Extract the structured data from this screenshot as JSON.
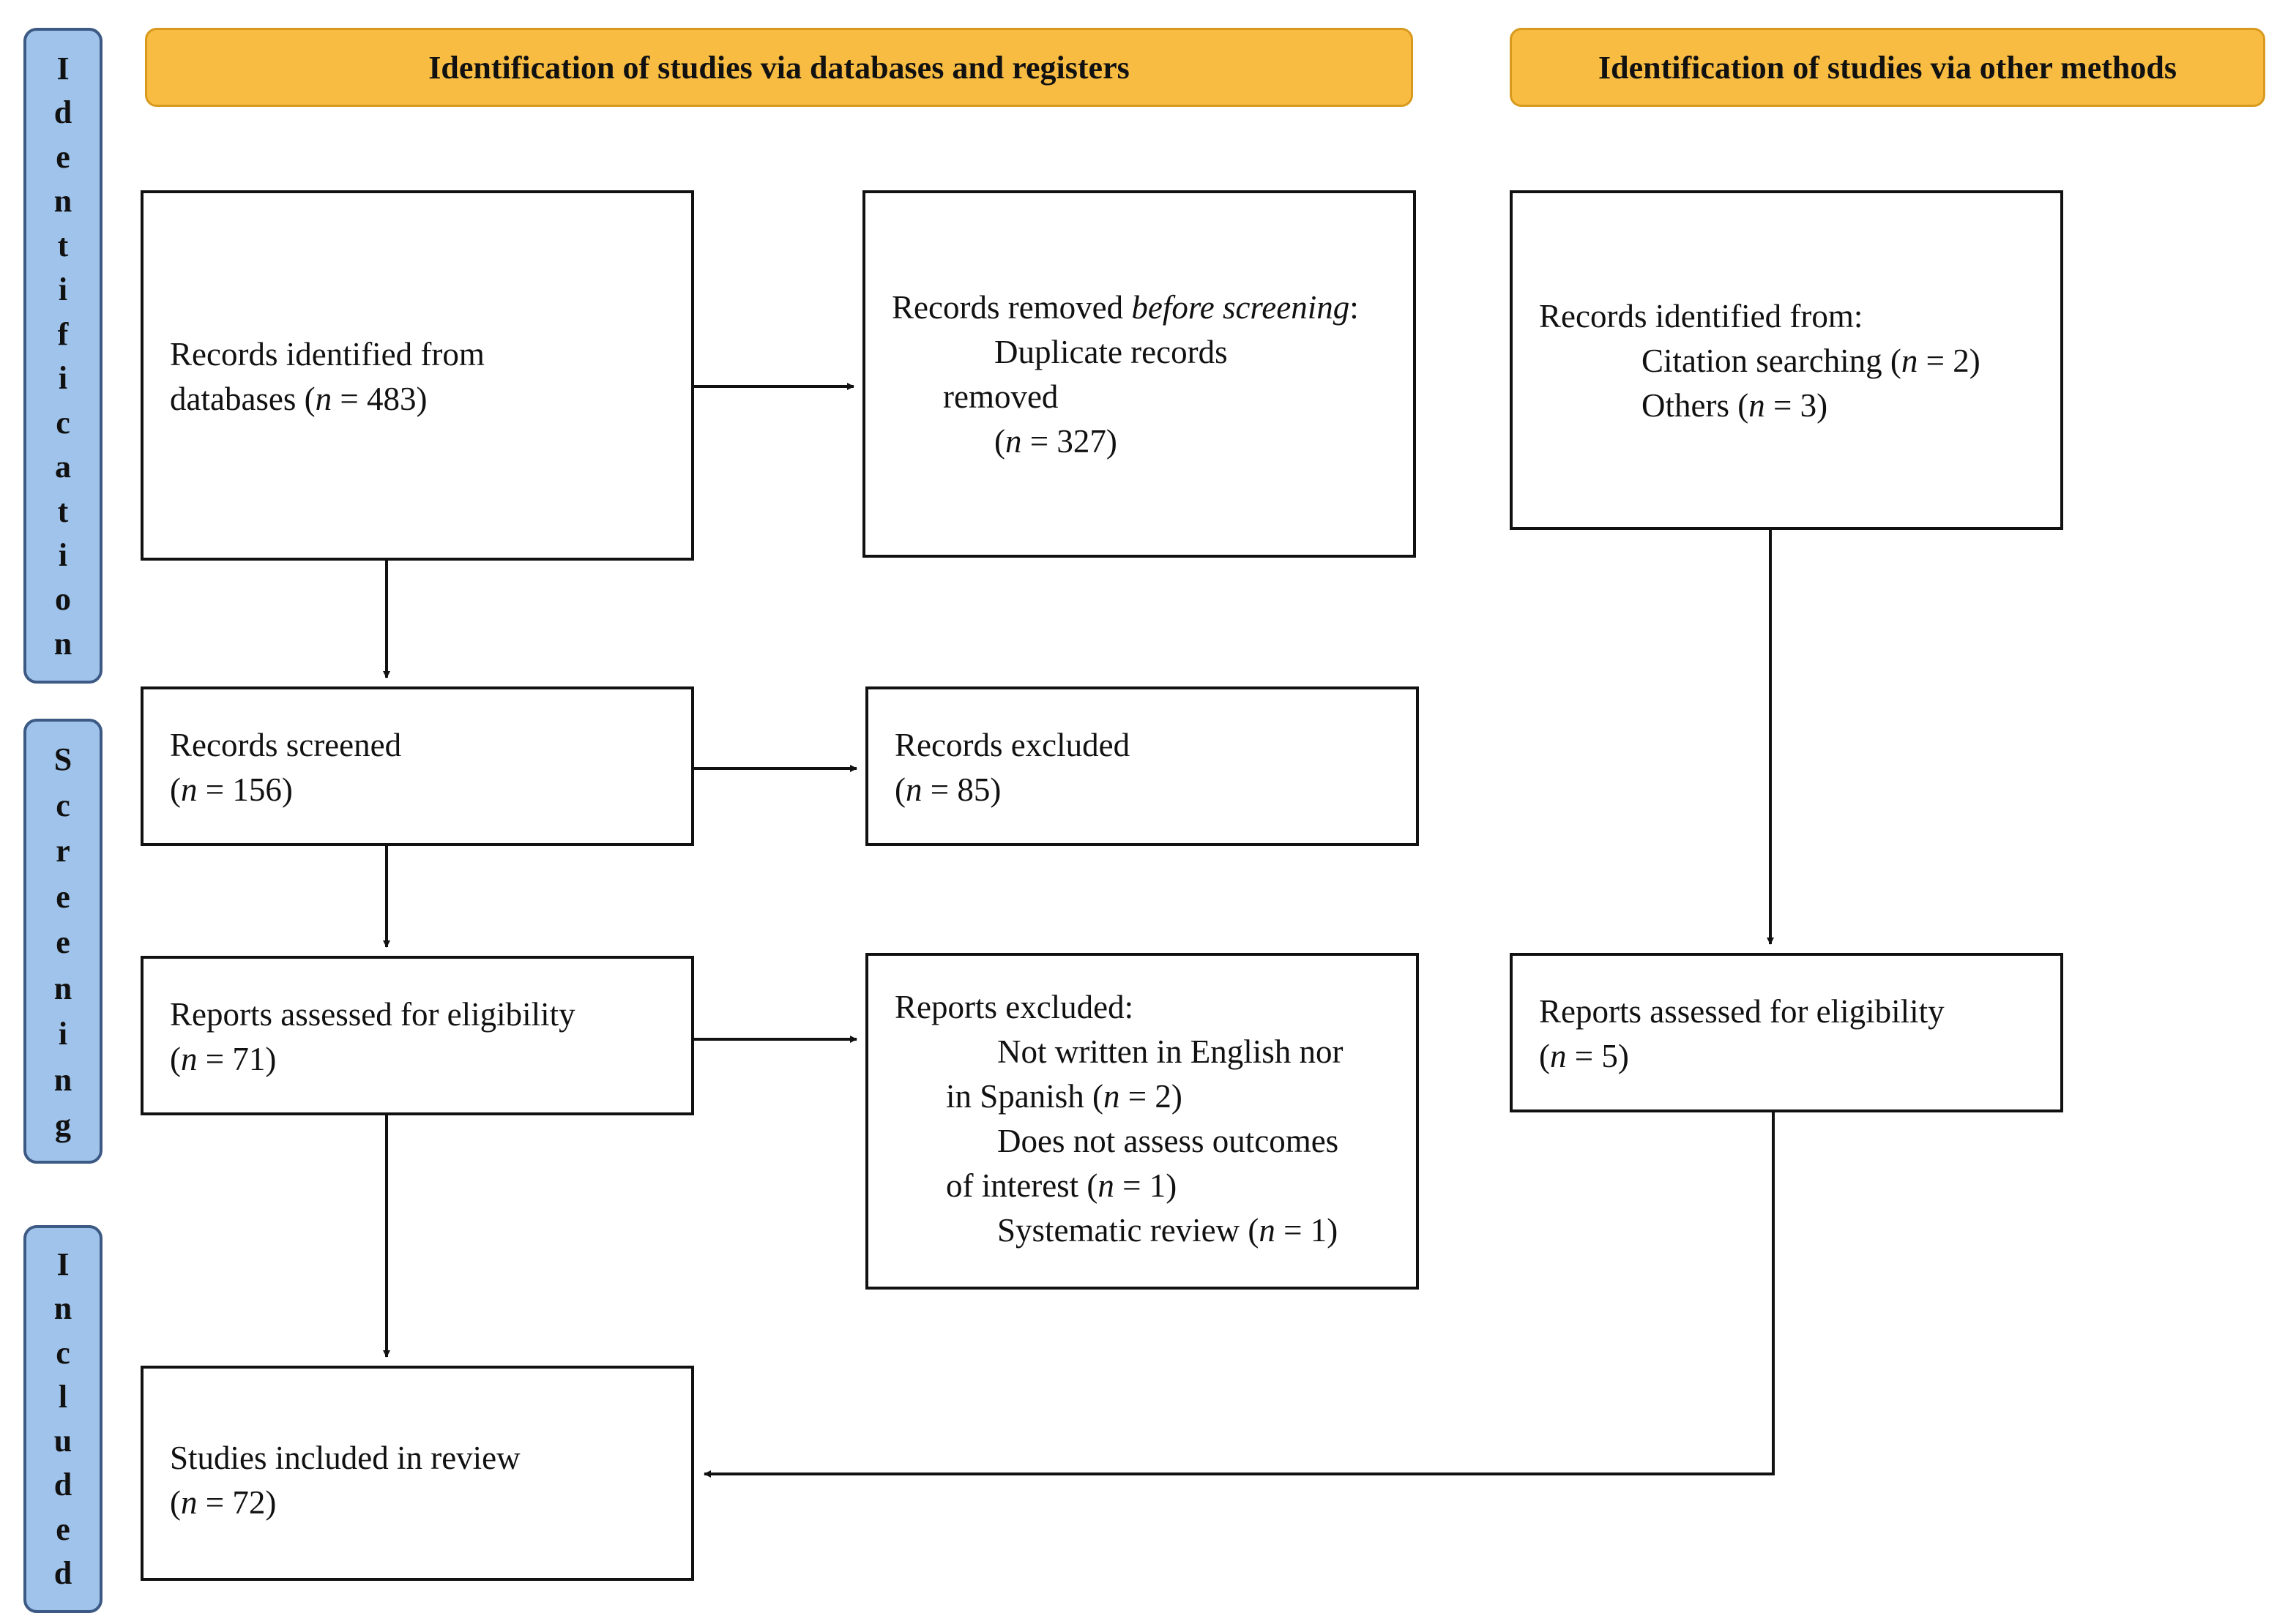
{
  "phases": {
    "identification": "Identification",
    "screening": "Screening",
    "included": "Included"
  },
  "headers": {
    "databases": "Identification of studies via databases and registers",
    "other": "Identification of studies via other methods"
  },
  "boxes": {
    "records_identified": {
      "line1": "Records identified from",
      "line2_prefix": "databases (",
      "n_label": "n",
      "line2_suffix": " = 483)"
    },
    "records_removed": {
      "line1_prefix": "Records removed ",
      "line1_italic": "before screening",
      "line1_suffix": ":",
      "line2": "Duplicate records",
      "line3": "removed",
      "line4_prefix": "(",
      "n_label": "n",
      "line4_suffix": " = 327)"
    },
    "records_other": {
      "line1": "Records identified from:",
      "line2_prefix": "Citation searching (",
      "line2_suffix": " = 2)",
      "line3_prefix": "Others (",
      "line3_suffix": " = 3)",
      "n_label": "n"
    },
    "records_screened": {
      "line1": "Records screened",
      "line2_prefix": "(",
      "n_label": "n",
      "line2_suffix": " = 156)"
    },
    "records_excluded": {
      "line1": "Records excluded",
      "line2_prefix": "(",
      "n_label": "n",
      "line2_suffix": " = 85)"
    },
    "reports_assessed": {
      "line1": "Reports assessed for eligibility",
      "line2_prefix": "(",
      "n_label": "n",
      "line2_suffix": " = 71)"
    },
    "reports_excluded": {
      "line1": "Reports excluded:",
      "line2": "Not written in English nor",
      "line3_prefix": "in Spanish (",
      "line3_suffix": " = 2)",
      "line4": "Does not assess outcomes",
      "line5_prefix": "of interest (",
      "line5_suffix": " = 1)",
      "line6_prefix": "Systematic review (",
      "line6_suffix": " = 1)",
      "n_label": "n"
    },
    "reports_assessed_other": {
      "line1": "Reports assessed for eligibility",
      "line2_prefix": "(",
      "n_label": "n",
      "line2_suffix": " = 5)"
    },
    "studies_included": {
      "line1": "Studies included in review",
      "line2_prefix": "(",
      "n_label": "n",
      "line2_suffix": " = 72)"
    }
  },
  "colors": {
    "phase_fill": "#9fc3ea",
    "phase_border": "#3d5a85",
    "header_fill": "#f8bc42",
    "header_border": "#d89a1e",
    "line": "#111111"
  }
}
